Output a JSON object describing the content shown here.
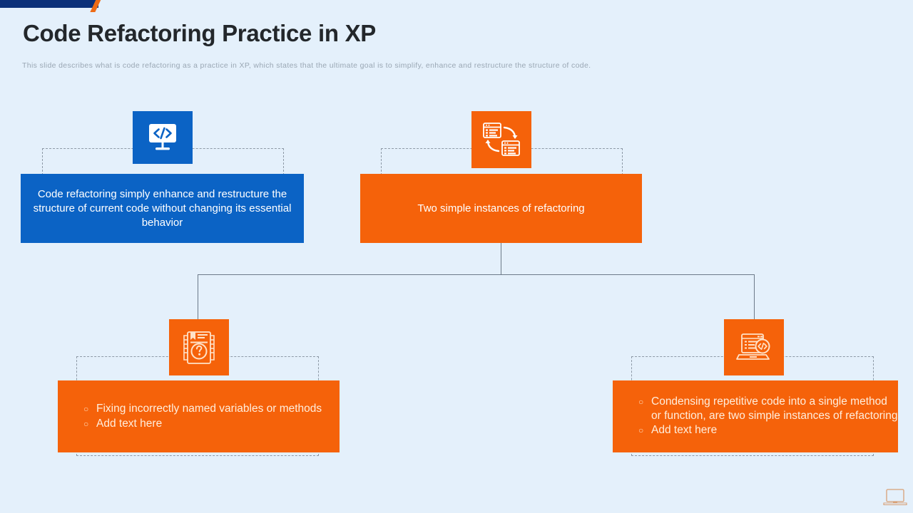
{
  "slide": {
    "title": "Code Refactoring Practice in XP",
    "subtitle": "This slide describes what is code refactoring as a practice in XP, which states that the ultimate goal is to simplify, enhance and restructure the structure of code."
  },
  "theme": {
    "background": "#e4f0fb",
    "navy": "#0b3079",
    "blue": "#0b63c5",
    "orange": "#f5620a",
    "accent_orange": "#ee6c16",
    "dashed_border": "#8d99a6",
    "connector": "#6c7a89",
    "title_color": "#23272b",
    "subtitle_color": "#9aa7b4"
  },
  "nodes": {
    "definition": {
      "icon": "code-monitor-icon",
      "icon_bg": "#0b63c5",
      "box_bg": "#0b63c5",
      "text": "Code refactoring simply enhance and restructure the structure of current code without changing its essential behavior"
    },
    "instances": {
      "icon": "refactor-sync-windows-icon",
      "icon_bg": "#f5620a",
      "box_bg": "#f5620a",
      "text": "Two simple instances of refactoring"
    },
    "instance_left": {
      "icon": "document-question-icon",
      "icon_bg": "#f5620a",
      "box_bg": "#f5620a",
      "bullets": [
        "Fixing incorrectly named variables or methods",
        "Add text here"
      ],
      "bullet_mark": "○"
    },
    "instance_right": {
      "icon": "laptop-code-search-icon",
      "icon_bg": "#f5620a",
      "box_bg": "#f5620a",
      "bullets": [
        "Condensing repetitive code into a single method or function, are two simple instances of refactoring",
        "Add text here"
      ],
      "bullet_mark": "○"
    }
  },
  "decorations": {
    "top_ribbon": "navy-ribbon",
    "top_ribbon_slash": "orange-slash",
    "corner_watermark": "laptop-outline-icon"
  }
}
